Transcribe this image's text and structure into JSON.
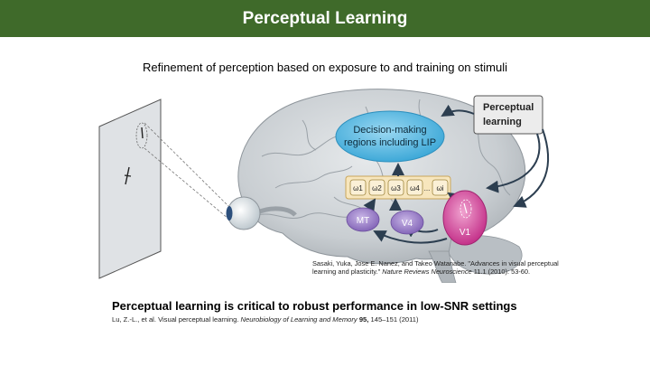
{
  "slide": {
    "title": "Perceptual Learning",
    "subtitle": "Refinement of perception based on exposure to and training on stimuli",
    "claim": "Perceptual learning is critical to robust performance in low-SNR settings"
  },
  "figure": {
    "decision_label_line1": "Decision-making",
    "decision_label_line2": "regions including LIP",
    "perceptual_label_line1": "Perceptual",
    "perceptual_label_line2": "learning",
    "omega_1": "ω1",
    "omega_2": "ω2",
    "omega_3": "ω3",
    "omega_4": "ω4",
    "omega_dots": "...",
    "omega_i": "ωi",
    "area_mt": "MT",
    "area_v4": "V4",
    "area_v1": "V1"
  },
  "citation_1": {
    "authors": "Sasaki, Yuka, Jose E. Nanez, and Takeo Watanabe. \"Advances in visual perceptual learning and plasticity.\" ",
    "journal": "Nature Reviews Neuroscience",
    "details": " 11.1 (2010): 53-60."
  },
  "citation_2": {
    "authors": "Lu, Z.-L., et al. Visual perceptual learning. ",
    "journal": "Neurobiology of Learning and Memory",
    "volume": " 95,",
    "pages": " 145–151 (2011)"
  },
  "colors": {
    "title_bar": "#3f6a2a",
    "decision_oval": "#5ec0e6",
    "omega_box": "#f2d9a0",
    "area_purple": "#9a7fc6",
    "v1_magenta": "#d455a0",
    "brain_gray": "#cfd3d6"
  }
}
